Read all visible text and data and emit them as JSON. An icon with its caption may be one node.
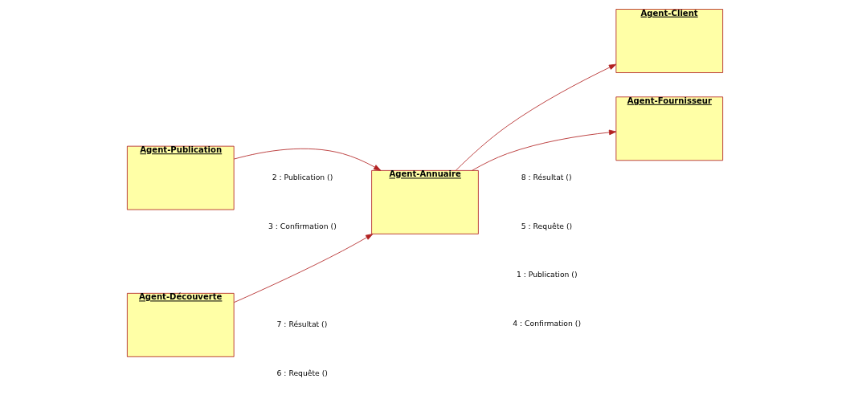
{
  "diagram": {
    "nodes": [
      {
        "text": [
          "Agent-Publication"
        ]
      },
      {
        "text": [
          "Agent-Client"
        ]
      },
      {
        "text": [
          "Agent-Annuaire"
        ]
      },
      {
        "text": [
          "Agent-Découverte"
        ]
      },
      {
        "text": [
          "Agent-Fournisseur"
        ]
      }
    ],
    "edges": [
      {
        "from": 0,
        "to": 2,
        "arrow": "to"
      },
      {
        "from": 2,
        "to": 1,
        "arrow": "to"
      },
      {
        "from": 3,
        "to": 2,
        "arrow": "to"
      },
      {
        "from": 2,
        "to": 4,
        "arrow": "to"
      }
    ],
    "labels": [
      "2 : Publication ()",
      "8 : Résultat ()",
      "5 : Requête ()",
      "3 : Confirmation ()",
      "7 : Résultat ()",
      "1 : Publication ()",
      "6 : Requête ()",
      "4 : Confirmation ()"
    ]
  }
}
